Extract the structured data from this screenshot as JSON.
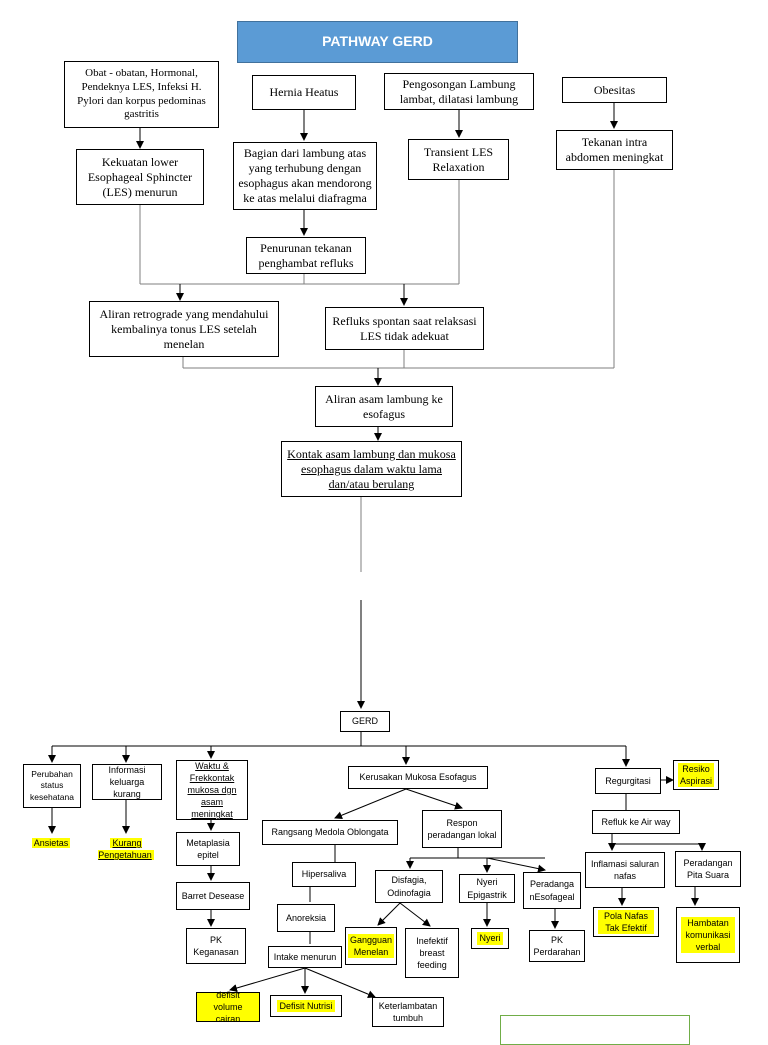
{
  "title": "PATHWAY GERD",
  "top": {
    "obat": "Obat - obatan, Hormonal, Pendeknya LES, Infeksi H. Pylori dan korpus pedominas gastritis",
    "hernia": "Hernia Heatus",
    "pengosongan": "Pengosongan Lambung lambat, dilatasi lambung",
    "obesitas": "Obesitas",
    "kekuatan": "Kekuatan lower Esophageal Sphincter (LES) menurun",
    "bagian": "Bagian dari lambung atas yang terhubung dengan esophagus akan mendorong ke atas melalui diafragma",
    "transient": "Transient LES Relaxation",
    "tekanan": "Tekanan intra abdomen meningkat",
    "penurunan": "Penurunan tekanan penghambat refluks",
    "aliran_retro": "Aliran retrograde yang mendahului kembalinya tonus LES setelah menelan",
    "refluks_spontan": "Refluks spontan saat relaksasi LES tidak adekuat",
    "aliran_asam": "Aliran asam lambung ke esofagus",
    "kontak": "Kontak asam lambung dan mukosa esophagus dalam waktu lama dan/atau berulang"
  },
  "bottom": {
    "gerd": "GERD",
    "perubahan": "Perubahan status kesehatana",
    "ansietas": "Ansietas",
    "informasi": "Informasi keluarga kurang",
    "kurang_pengetahuan": "Kurang Pengetahuan",
    "waktu": "Waktu & Frekkontak mukosa dgn asam meningkat",
    "metaplasia": "Metaplasia epitel",
    "barret": "Barret Desease",
    "pk_keganasan": "PK Keganasan",
    "kerusakan": "Kerusakan Mukosa Esofagus",
    "rangsang": "Rangsang Medola Oblongata",
    "respon": "Respon peradangan lokal",
    "hipersaliva": "Hipersaliva",
    "anoreksia": "Anoreksia",
    "intake": "Intake menurun",
    "defisit_volume": "defisit volume cairan",
    "defisit_nutrisi": "Defisit Nutrisi",
    "keterlambatan": "Keterlambatan tumbuh",
    "disfagia": "Disfagia, Odinofagia",
    "gangguan_menelan": "Gangguan Menelan",
    "inefektif": "Inefektif breast feeding",
    "nyeri_epigastrik": "Nyeri Epigastrik",
    "nyeri": "Nyeri",
    "peradangan_esofageal": "Peradanga nEsofageal",
    "pk_perdarahan": "PK Perdarahan",
    "regurgitasi": "Regurgitasi",
    "resiko_aspirasi": "ResikoAspirasi",
    "refluk_airway": "Refluk ke Air way",
    "inflamasi": "Inflamasi saluran nafas",
    "pola_nafas": "Pola Nafas Tak Efektif",
    "peradangan_pita": "Peradangan Pita Suara",
    "hambatan": "Hambatan komunikasi verbal"
  },
  "colors": {
    "title_bg": "#5b9bd5",
    "highlight": "#ffff00",
    "note_border": "#70ad47"
  }
}
